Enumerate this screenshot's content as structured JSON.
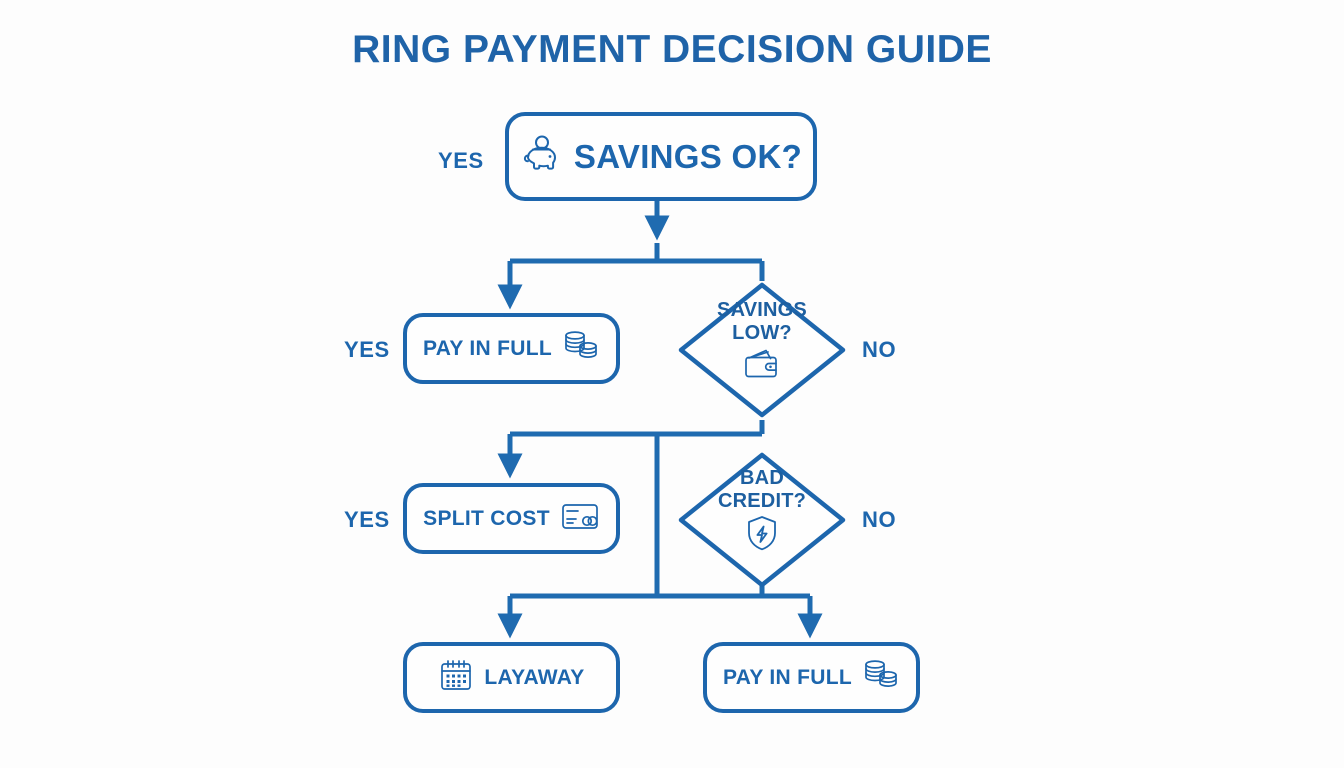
{
  "page": {
    "title": "RING PAYMENT DECISION GUIDE",
    "background_color": "#fdfdfd",
    "accent_color": "#1d66ad",
    "line_color": "#1f6bb0"
  },
  "diagram": {
    "type": "flowchart",
    "orientation": "top-down",
    "nodes": [
      {
        "id": "savings-ok",
        "shape": "rounded-rect",
        "label": "SAVINGS OK?",
        "icon": "piggy-bank-icon",
        "icon_side": "left",
        "edge_label_left": "YES"
      },
      {
        "id": "pay-in-full-1",
        "shape": "rounded-rect",
        "label": "PAY IN FULL",
        "icon": "coin-stack-icon",
        "icon_side": "right",
        "edge_label_left": "YES"
      },
      {
        "id": "savings-low",
        "shape": "diamond",
        "label": "SAVINGS\nLOW?",
        "icon": "wallet-icon",
        "edge_label_right": "NO"
      },
      {
        "id": "split-cost",
        "shape": "rounded-rect",
        "label": "SPLIT COST",
        "icon": "credit-card-icon",
        "icon_side": "right",
        "edge_label_left": "YES"
      },
      {
        "id": "bad-credit",
        "shape": "diamond",
        "label": "BAD\nCREDIT?",
        "icon": "shield-bolt-icon",
        "edge_label_right": "NO"
      },
      {
        "id": "layaway",
        "shape": "rounded-rect",
        "label": "LAYAWAY",
        "icon": "calendar-icon",
        "icon_side": "left"
      },
      {
        "id": "pay-in-full-2",
        "shape": "rounded-rect",
        "label": "PAY IN FULL",
        "icon": "coin-stack-icon",
        "icon_side": "right"
      }
    ],
    "edges": [
      {
        "from": "savings-ok",
        "to": "pay-in-full-1",
        "label": "YES"
      },
      {
        "from": "savings-ok",
        "to": "savings-low",
        "label": "NO"
      },
      {
        "from": "savings-low",
        "to": "split-cost",
        "label": "YES"
      },
      {
        "from": "savings-low",
        "to": "bad-credit",
        "label": "NO"
      },
      {
        "from": "bad-credit",
        "to": "layaway",
        "label": "YES"
      },
      {
        "from": "bad-credit",
        "to": "pay-in-full-2",
        "label": "NO"
      }
    ],
    "edge_labels": {
      "yes_row1": "YES",
      "yes_row2": "YES",
      "no_row2": "NO",
      "yes_row3": "YES",
      "no_row3": "NO"
    }
  }
}
